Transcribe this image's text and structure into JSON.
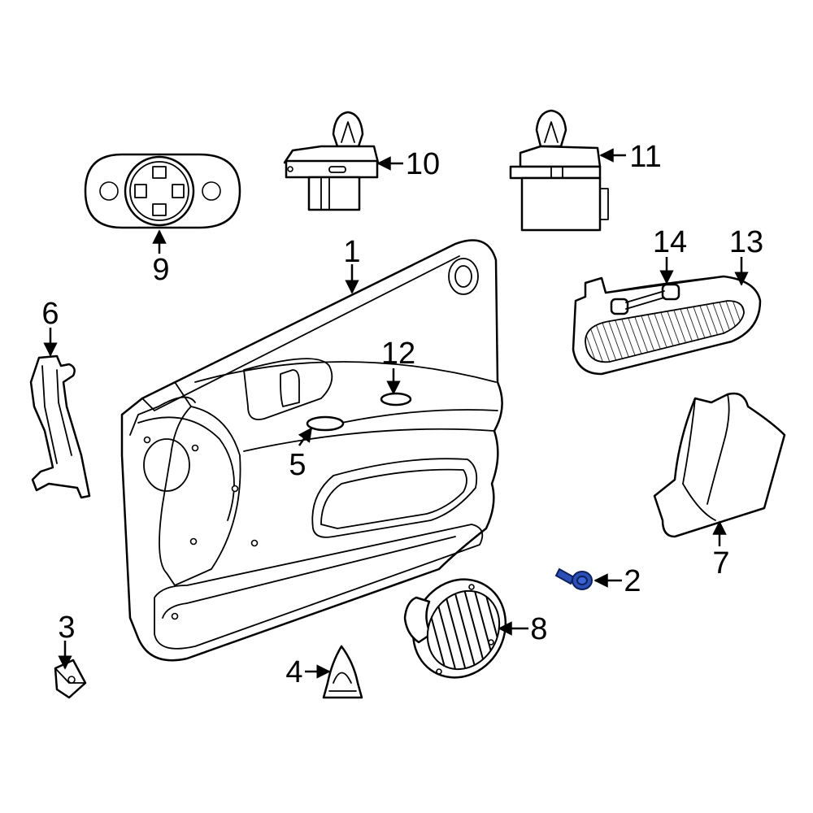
{
  "diagram": {
    "highlight_color": "#2b4fb5",
    "callouts": [
      {
        "id": "c1",
        "label": "1"
      },
      {
        "id": "c2",
        "label": "2"
      },
      {
        "id": "c3",
        "label": "3"
      },
      {
        "id": "c4",
        "label": "4"
      },
      {
        "id": "c5",
        "label": "5"
      },
      {
        "id": "c6",
        "label": "6"
      },
      {
        "id": "c7",
        "label": "7"
      },
      {
        "id": "c8",
        "label": "8"
      },
      {
        "id": "c9",
        "label": "9"
      },
      {
        "id": "c10",
        "label": "10"
      },
      {
        "id": "c11",
        "label": "11"
      },
      {
        "id": "c12",
        "label": "12"
      },
      {
        "id": "c13",
        "label": "13"
      },
      {
        "id": "c14",
        "label": "14"
      }
    ]
  }
}
